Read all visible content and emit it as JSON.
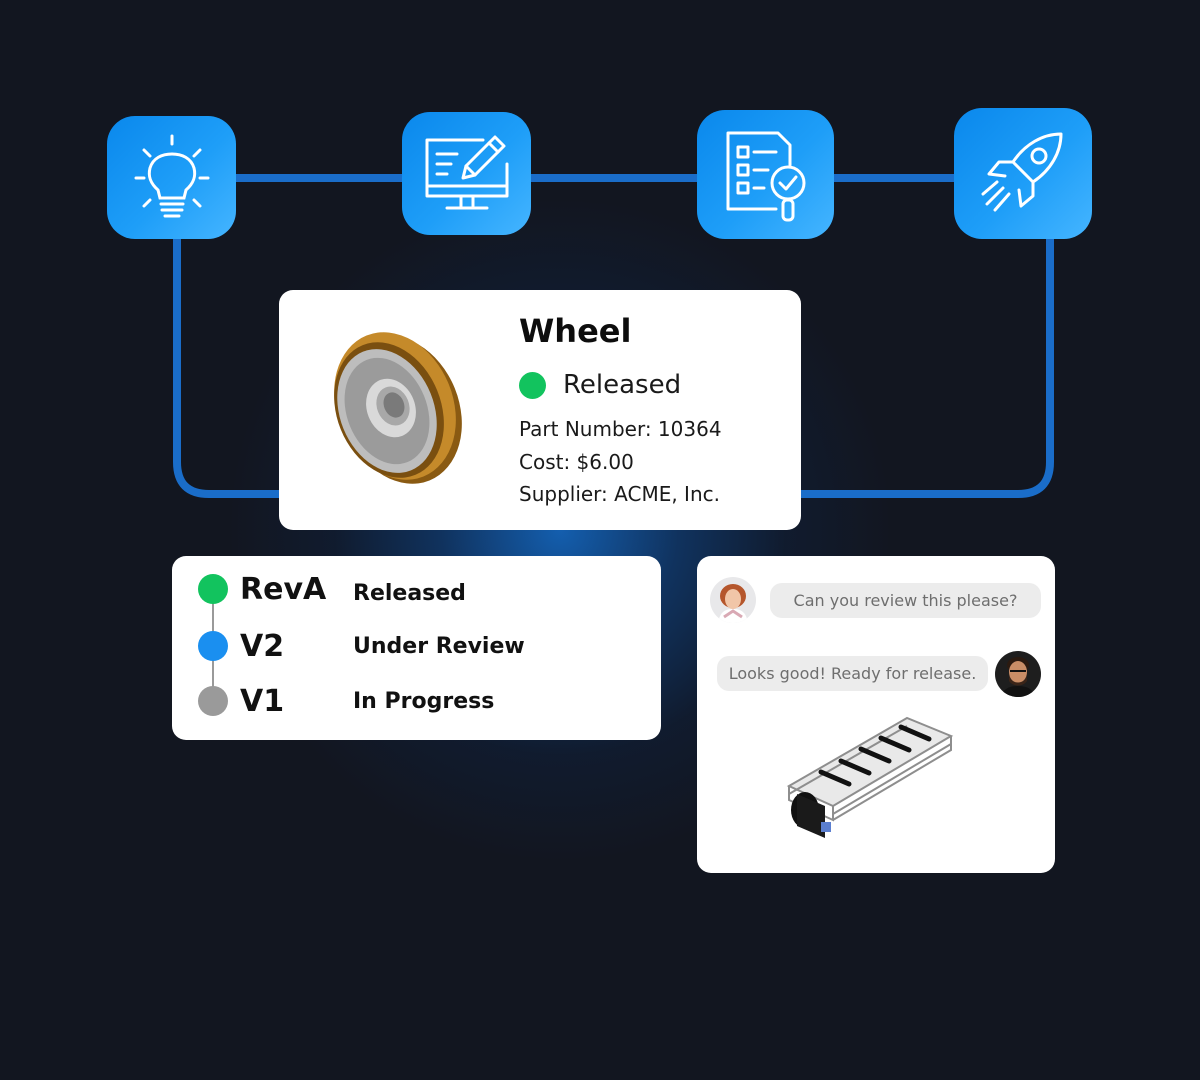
{
  "workflow": {
    "stages": [
      {
        "icon": "lightbulb-icon"
      },
      {
        "icon": "monitor-edit-icon"
      },
      {
        "icon": "checklist-review-icon"
      },
      {
        "icon": "rocket-icon"
      }
    ],
    "accent_color": "#1a8ff0",
    "line_color": "#1a6dc9"
  },
  "part": {
    "title": "Wheel",
    "status": "Released",
    "status_color": "#12c35e",
    "part_number": "Part Number: 10364",
    "cost": "Cost: $6.00",
    "supplier": "Supplier: ACME, Inc."
  },
  "revisions": [
    {
      "name": "RevA",
      "state": "Released",
      "color": "#12c35e"
    },
    {
      "name": "V2",
      "state": "Under Review",
      "color": "#1a8ff0"
    },
    {
      "name": "V1",
      "state": "In Progress",
      "color": "#9a9a9a"
    }
  ],
  "chat": {
    "messages": [
      {
        "text": "Can you review this please?"
      },
      {
        "text": "Looks good! Ready for release."
      }
    ]
  }
}
